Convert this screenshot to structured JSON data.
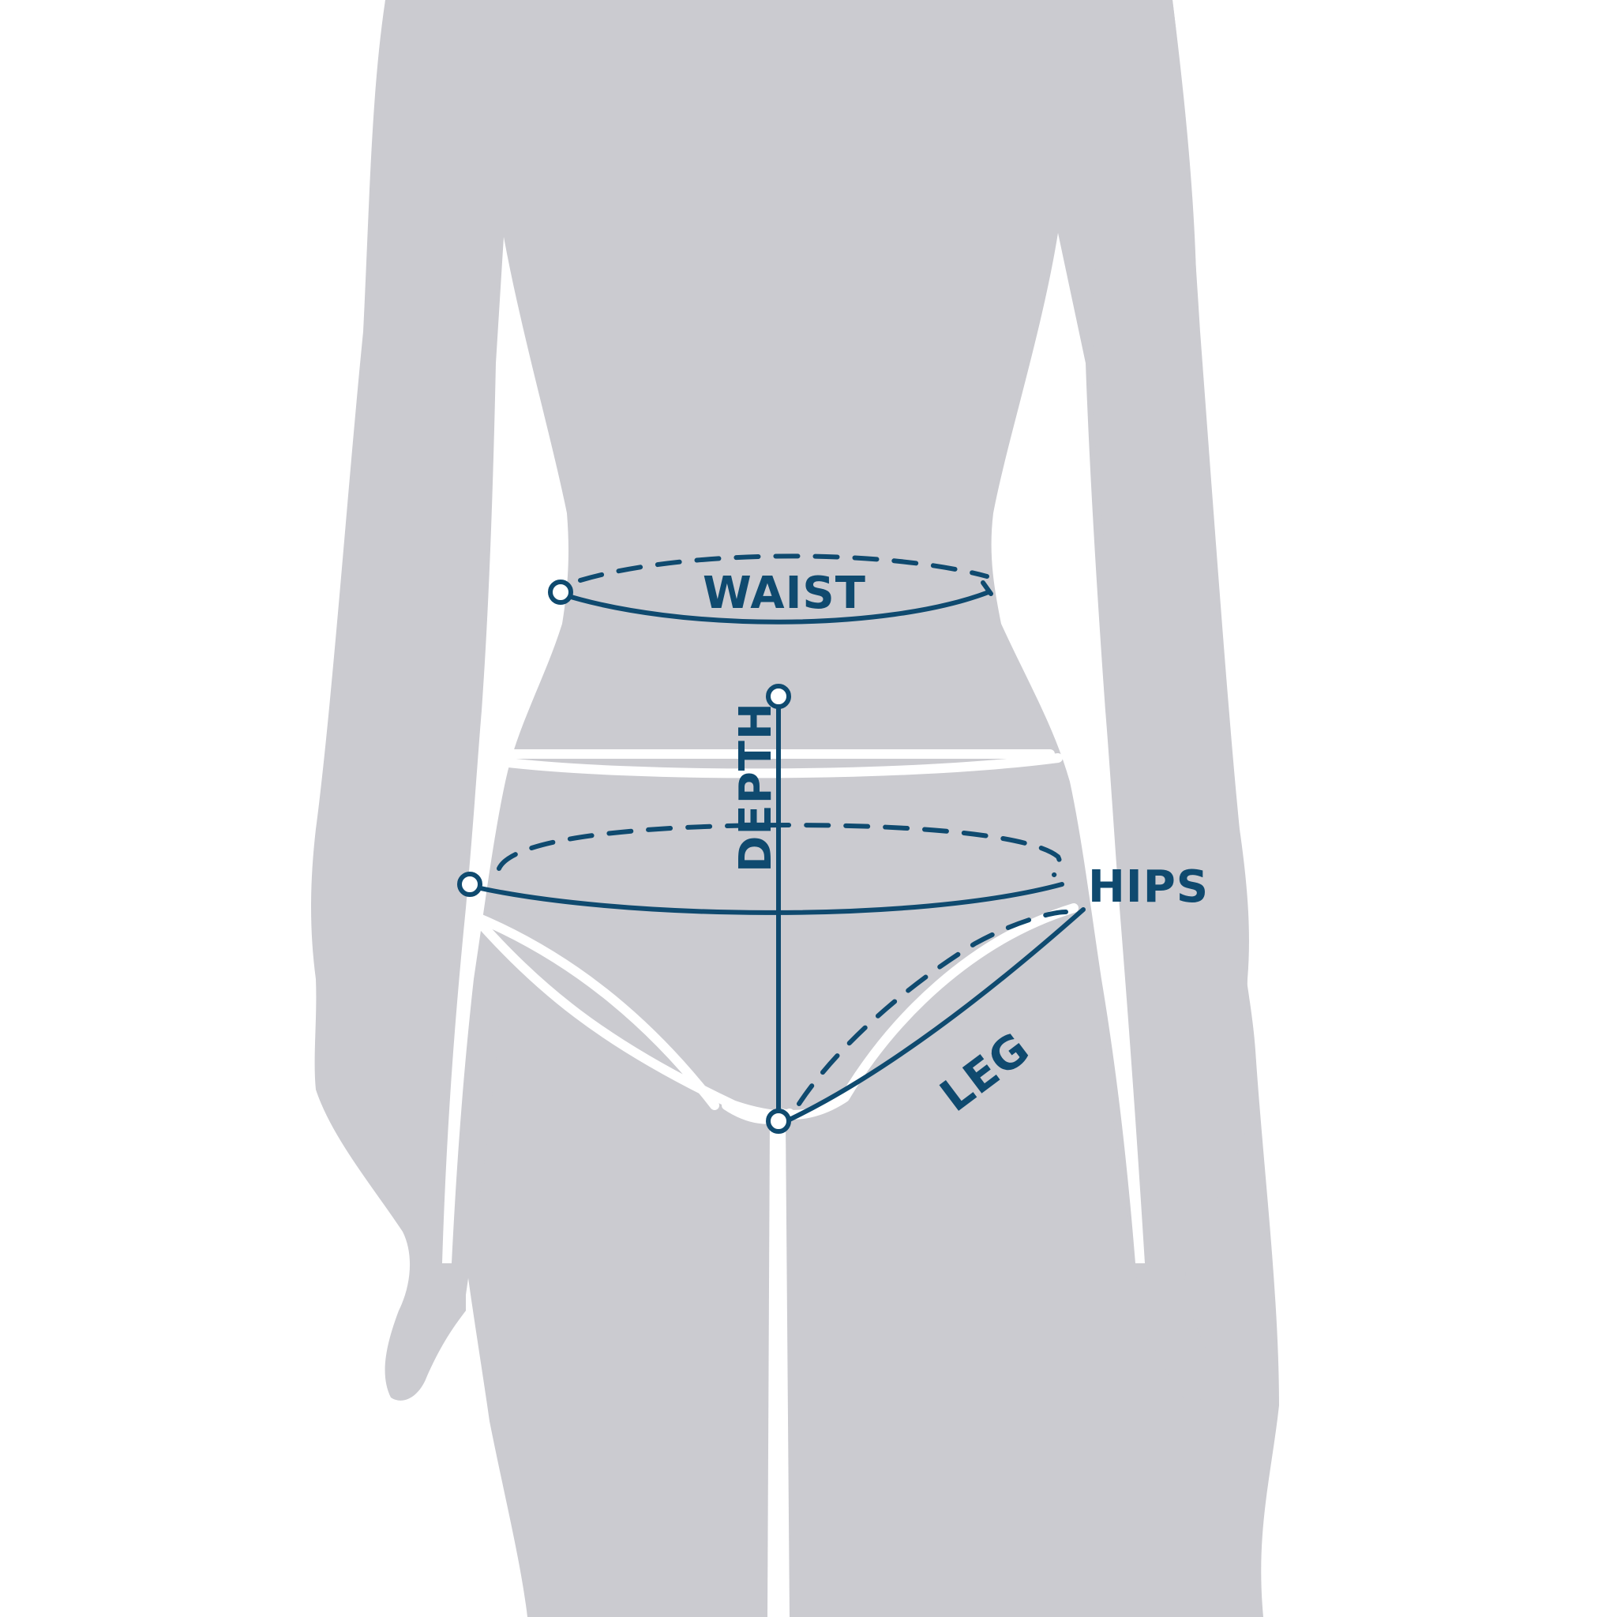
{
  "colors": {
    "background": "#ffffff",
    "silhouette": "#cbcbd0",
    "brief_outline": "#ffffff",
    "measure_line": "#0f4a6f"
  },
  "labels": {
    "waist": "WAIST",
    "depth": "DEPTH",
    "hips": "HIPS",
    "leg": "LEG"
  }
}
